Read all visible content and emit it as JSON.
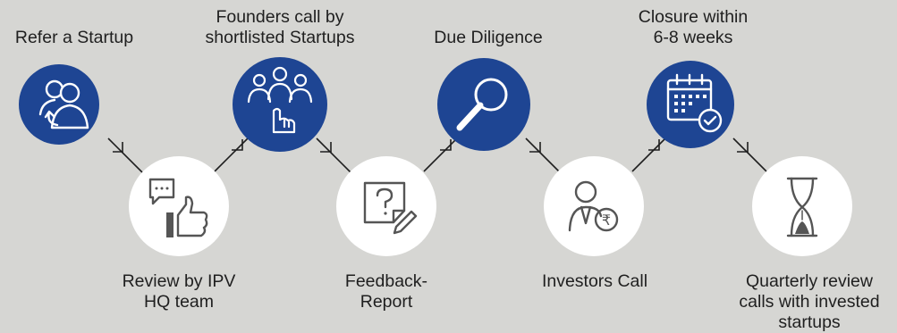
{
  "colors": {
    "background": "#d6d6d3",
    "dark_circle": "#1e4593",
    "light_circle": "#ffffff",
    "connector": "#1f1f1f",
    "icon_on_dark": "#ffffff",
    "icon_on_light": "#555555"
  },
  "steps": [
    {
      "label": "Refer a Startup",
      "icon": "refer-user-icon"
    },
    {
      "label": "Review by IPV\nHQ team",
      "icon": "chat-thumbs-up-icon"
    },
    {
      "label": "Founders call by\nshortlisted Startups",
      "icon": "group-pointer-icon"
    },
    {
      "label": "Feedback-\nReport",
      "icon": "question-note-icon"
    },
    {
      "label": "Due Diligence",
      "icon": "magnifier-icon"
    },
    {
      "label": "Investors Call",
      "icon": "investor-rupee-icon"
    },
    {
      "label": "Closure within\n6-8 weeks",
      "icon": "calendar-check-icon"
    },
    {
      "label": "Quarterly review\ncalls with invested\nstartups",
      "icon": "hourglass-icon"
    }
  ]
}
